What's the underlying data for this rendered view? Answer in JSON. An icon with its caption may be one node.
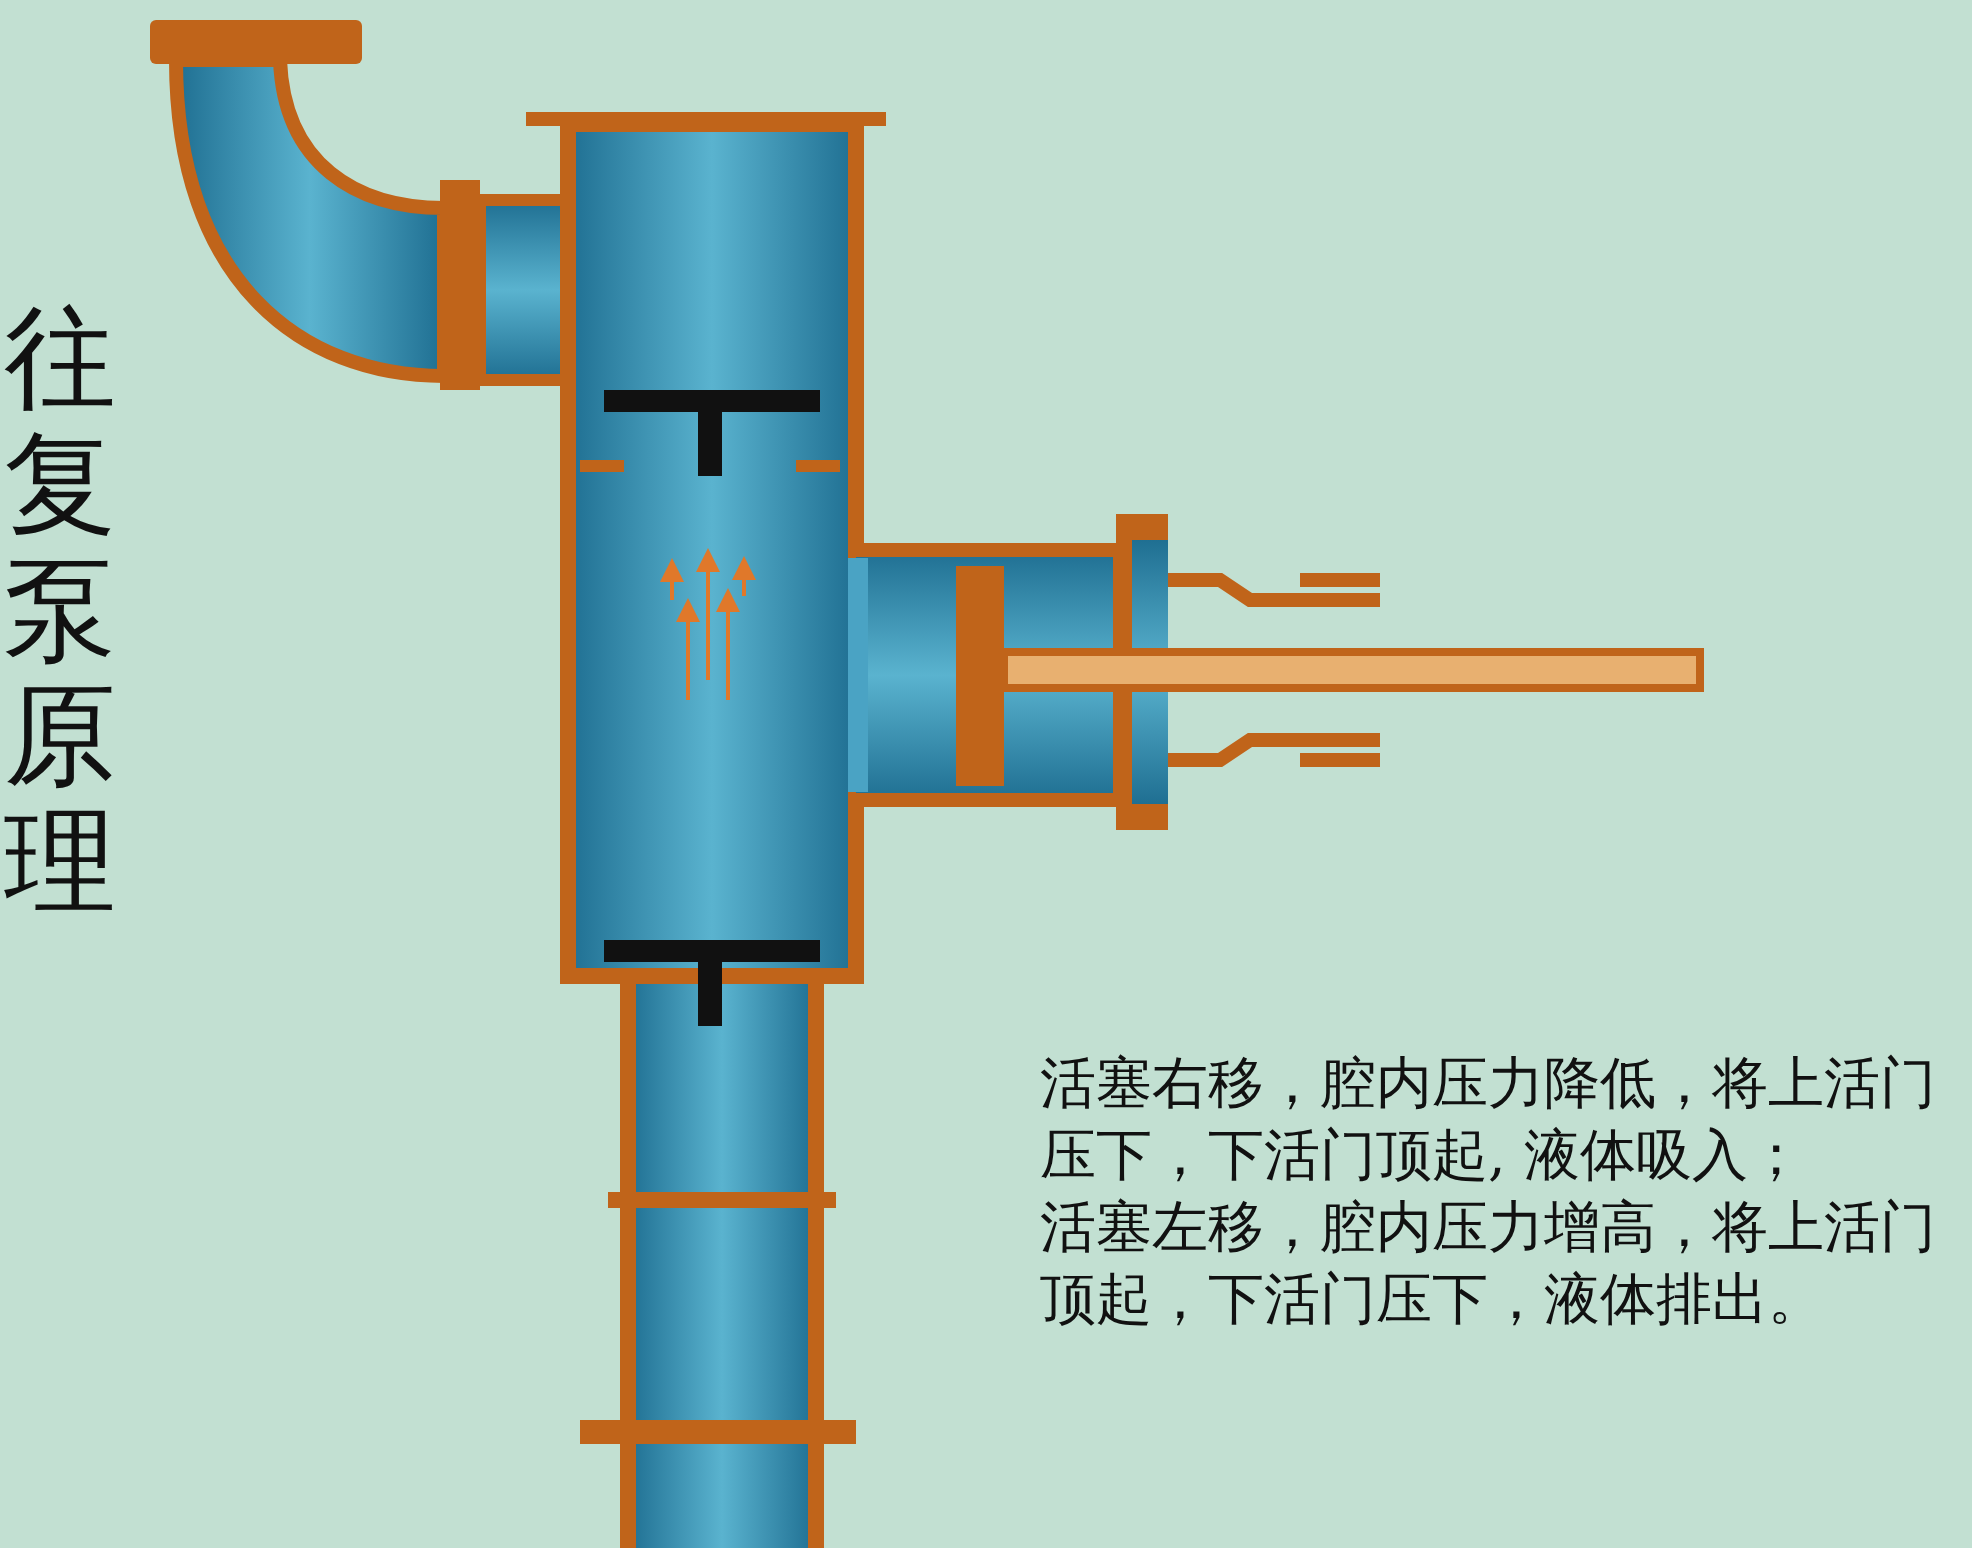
{
  "diagram": {
    "title": "往复泵原理",
    "labels": [
      "活塞右移，腔内压力降低，将上活门压下，下活门顶起, 液体吸入；",
      "活塞左移，腔内压力增高，将上活门顶起，下活门压下，液体排出。"
    ]
  }
}
